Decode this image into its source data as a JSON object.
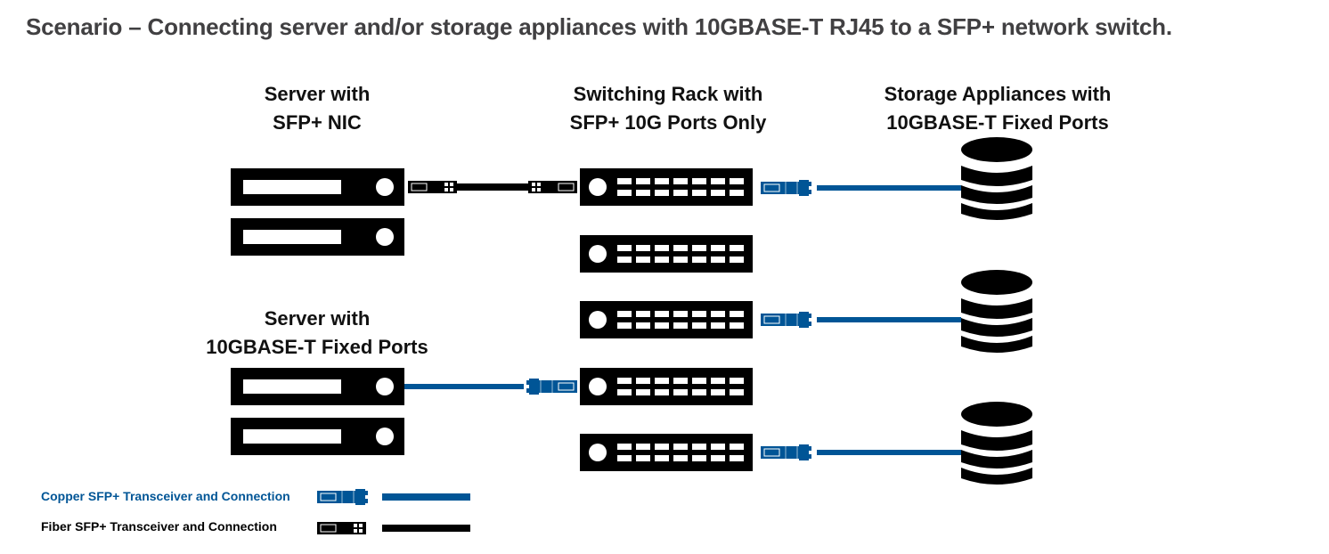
{
  "title": "Scenario – Connecting server and/or storage appliances with 10GBASE-T RJ45 to a SFP+ network switch.",
  "colors": {
    "copper": "#005596",
    "fiber": "#000000",
    "title": "#414042",
    "device": "#000000"
  },
  "columns": {
    "servers_sfp": {
      "line1": "Server with",
      "line2": "SFP+ NIC"
    },
    "servers_10gbase": {
      "line1": "Server with",
      "line2": "10GBASE-T Fixed Ports"
    },
    "switch": {
      "line1": "Switching Rack with",
      "line2": "SFP+ 10G Ports Only"
    },
    "storage": {
      "line1": "Storage Appliances with",
      "line2": "10GBASE-T Fixed Ports"
    }
  },
  "devices": {
    "servers": [
      {
        "name": "server-sfp-1",
        "icon": "server-icon"
      },
      {
        "name": "server-sfp-2",
        "icon": "server-icon"
      },
      {
        "name": "server-10gbase-1",
        "icon": "server-icon"
      },
      {
        "name": "server-10gbase-2",
        "icon": "server-icon"
      }
    ],
    "switches": [
      {
        "name": "switch-1",
        "icon": "switch-icon"
      },
      {
        "name": "switch-2",
        "icon": "switch-icon"
      },
      {
        "name": "switch-3",
        "icon": "switch-icon"
      },
      {
        "name": "switch-4",
        "icon": "switch-icon"
      },
      {
        "name": "switch-5",
        "icon": "switch-icon"
      }
    ],
    "storage": [
      {
        "name": "storage-1",
        "icon": "database-icon"
      },
      {
        "name": "storage-2",
        "icon": "database-icon"
      },
      {
        "name": "storage-3",
        "icon": "database-icon"
      }
    ]
  },
  "connections": [
    {
      "from": "server-sfp-1",
      "to": "switch-1",
      "type": "fiber"
    },
    {
      "from": "switch-1",
      "to": "storage-1",
      "type": "copper"
    },
    {
      "from": "switch-3",
      "to": "storage-2",
      "type": "copper"
    },
    {
      "from": "server-10gbase-1",
      "to": "switch-4",
      "type": "copper"
    },
    {
      "from": "switch-5",
      "to": "storage-3",
      "type": "copper"
    }
  ],
  "legend": {
    "copper": "Copper SFP+ Transceiver and Connection",
    "fiber": "Fiber SFP+ Transceiver and Connection"
  }
}
